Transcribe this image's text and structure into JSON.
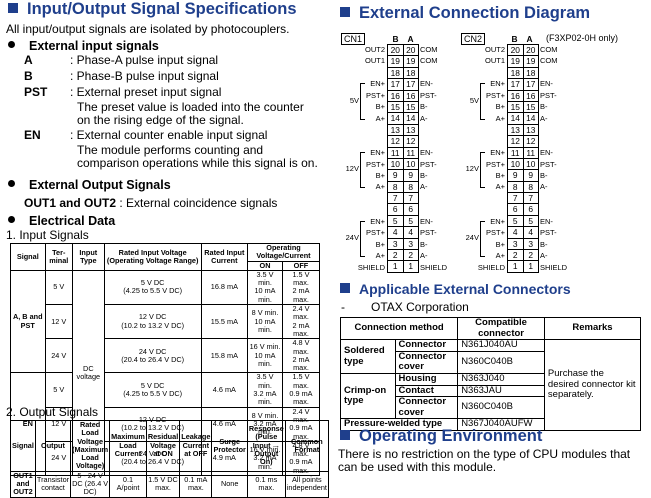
{
  "left": {
    "title": "Input/Output Signal Specifications",
    "intro": "All input/output signals are isolated by photocouplers.",
    "ext_input_heading": "External input signals",
    "signals": [
      {
        "tag": "A",
        "desc": ": Phase-A pulse input signal"
      },
      {
        "tag": "B",
        "desc": ": Phase-B pulse input signal"
      },
      {
        "tag": "PST",
        "desc": ": External preset input signal",
        "extra": [
          "The preset value is loaded into the counter",
          "on the rising edge of the signal."
        ]
      },
      {
        "tag": "EN",
        "desc": ": External counter enable input signal",
        "extra": [
          "The module performs counting and",
          "comparison operations while this signal is on."
        ]
      }
    ],
    "ext_output_heading": "External Output Signals",
    "output_line_bold": "OUT1 and OUT2",
    "output_line_rest": " : External coincidence signals",
    "electrical_heading": "Electrical Data",
    "input_signals_label": "1.   Input Signals",
    "input_table": {
      "h_signal": "Signal",
      "h_terminal": "Ter-minal",
      "h_input_type": "Input Type",
      "h_rated_voltage": "Rated Input Voltage (Operating Voltage Range)",
      "h_rated_current": "Rated Input Current",
      "h_operating": "Operating Voltage/Current",
      "h_on": "ON",
      "h_off": "OFF",
      "group1": "A, B and PST",
      "group2": "EN",
      "input_type": "DC voltage",
      "rows": [
        {
          "term": "5 V",
          "v": "5 V DC",
          "vr": "(4.25 to 5.5 V DC)",
          "cur": "16.8 mA",
          "on1": "3.5 V min.",
          "on2": "10 mA min.",
          "off1": "1.5 V max.",
          "off2": "2 mA max."
        },
        {
          "term": "12 V",
          "v": "12 V DC",
          "vr": "(10.2 to 13.2 V DC)",
          "cur": "15.5 mA",
          "on1": "8 V min.",
          "on2": "10 mA min.",
          "off1": "2.4 V max.",
          "off2": "2 mA max."
        },
        {
          "term": "24 V",
          "v": "24 V DC",
          "vr": "(20.4 to 26.4 V DC)",
          "cur": "15.8 mA",
          "on1": "16 V min.",
          "on2": "10 mA min.",
          "off1": "4.8 V max.",
          "off2": "2 mA max."
        },
        {
          "term": "5 V",
          "v": "5 V DC",
          "vr": "(4.25 to 5.5 V DC)",
          "cur": "4.6 mA",
          "on1": "3.5 V min.",
          "on2": "3.2 mA min.",
          "off1": "1.5 V max.",
          "off2": "0.9 mA max."
        },
        {
          "term": "12 V",
          "v": "12 V DC",
          "vr": "(10.2 to 13.2 V DC)",
          "cur": "4.6 mA",
          "on1": "8 V min.",
          "on2": "3.2 mA min.",
          "off1": "2.4 V max.",
          "off2": "0.9 mA max."
        },
        {
          "term": "24 V",
          "v": "24 V DC",
          "vr": "(20.4 to 26.4 V DC)",
          "cur": "4.9 mA",
          "on1": "16 V min.",
          "on2": "3.2 mA min.",
          "off1": "4.8 V max.",
          "off2": "0.9 mA max."
        }
      ]
    },
    "output_signals_label": "2. Output Signals",
    "output_table": {
      "headers": [
        "Signal",
        "Output",
        "Rated Load Voltage (Maximum Load Voltage)",
        "Maximum Load Current",
        "Residual Voltage at ON",
        "Leakage Current at OFF",
        "Surge Protector",
        "Response (Pulse Input → Output On)",
        "Common Format"
      ],
      "row": [
        "OUT1 and OUT2",
        "Transistor contact",
        "5 - 24 V DC (26.4 V DC)",
        "0.1 A/point",
        "1.5 V DC max.",
        "0.1 mA max.",
        "None",
        "0.1 ms max.",
        "All points independent"
      ]
    }
  },
  "right": {
    "diagram_title": "External Connection Diagram",
    "cn1": "CN1",
    "cn2": "CN2",
    "cn2_note": "(F3XP02-0H only)",
    "col_b": "B",
    "col_a": "A",
    "pins": [
      [
        "20",
        "20"
      ],
      [
        "19",
        "19"
      ],
      [
        "18",
        "18"
      ],
      [
        "17",
        "17"
      ],
      [
        "16",
        "16"
      ],
      [
        "15",
        "15"
      ],
      [
        "14",
        "14"
      ],
      [
        "13",
        "13"
      ],
      [
        "12",
        "12"
      ],
      [
        "11",
        "11"
      ],
      [
        "10",
        "10"
      ],
      [
        "9",
        "9"
      ],
      [
        "8",
        "8"
      ],
      [
        "7",
        "7"
      ],
      [
        "6",
        "6"
      ],
      [
        "5",
        "5"
      ],
      [
        "4",
        "4"
      ],
      [
        "3",
        "3"
      ],
      [
        "2",
        "2"
      ],
      [
        "1",
        "1"
      ]
    ],
    "labels": {
      "out2": "OUT2",
      "out1": "OUT1",
      "com": "COM",
      "en_p": "EN+",
      "en_m": "EN-",
      "pst_p": "PST+",
      "pst_m": "PST-",
      "b_p": "B+",
      "b_m": "B-",
      "a_p": "A+",
      "a_m": "A-",
      "shield": "SHIELD",
      "v5": "5V",
      "v12": "12V",
      "v24": "24V"
    },
    "connectors_title": "Applicable External Connectors",
    "vendor": "OTAX Corporation",
    "conn_table": {
      "headers": [
        "Connection method",
        "Compatible connector",
        "Remarks"
      ],
      "rows": [
        {
          "method": "Soldered type",
          "part": "Connector",
          "num": "N361J040AU"
        },
        {
          "method": "",
          "part": "Connector cover",
          "num": "N360C040B"
        },
        {
          "method": "Crimp-on type",
          "part": "Housing",
          "num": "N363J040"
        },
        {
          "method": "",
          "part": "Contact",
          "num": "N363JAU"
        },
        {
          "method": "",
          "part": "Connector cover",
          "num": "N360C040B"
        },
        {
          "method": "Pressure-welded type",
          "part": "",
          "num": "N367J040AUFW"
        }
      ],
      "remark": "Purchase the desired connector kit separately."
    },
    "env_title": "Operating Environment",
    "env_text1": "There is no restriction on the type of CPU modules that",
    "env_text2": "can be used with this module."
  }
}
